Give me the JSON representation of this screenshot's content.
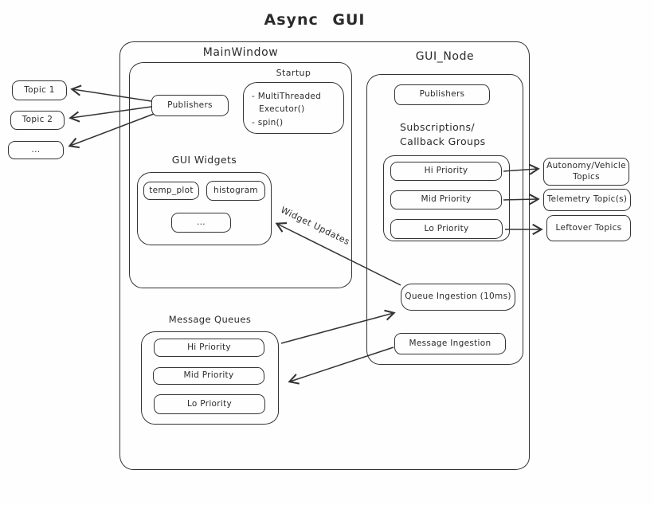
{
  "title": "Async GUI",
  "colors": {
    "stroke": "#333333",
    "background": "#fefefe"
  },
  "left_topics": {
    "topic1": "Topic 1",
    "topic2": "Topic 2",
    "more": "..."
  },
  "main_window": {
    "label": "MainWindow",
    "publishers": "Publishers",
    "startup": {
      "label": "Startup",
      "line1": "- MultiThreaded",
      "line2": "Executor()",
      "line3": "- spin()"
    },
    "gui_widgets": {
      "label": "GUI Widgets",
      "temp_plot": "temp_plot",
      "histogram": "histogram",
      "more": "..."
    }
  },
  "message_queues": {
    "label": "Message Queues",
    "hi": "Hi Priority",
    "mid": "Mid Priority",
    "lo": "Lo Priority"
  },
  "gui_node": {
    "label": "GUI_Node",
    "publishers": "Publishers",
    "subscriptions_line1": "Subscriptions/",
    "subscriptions_line2": "Callback Groups",
    "hi": "Hi Priority",
    "mid": "Mid Priority",
    "lo": "Lo Priority",
    "queue_ingestion": "Queue Ingestion (10ms)",
    "message_ingestion": "Message Ingestion"
  },
  "right_topics": {
    "autonomy": "Autonomy/Vehicle Topics",
    "telemetry": "Telemetry Topic(s)",
    "leftover": "Leftover Topics"
  },
  "edge_labels": {
    "widget_updates": "Widget Updates"
  }
}
